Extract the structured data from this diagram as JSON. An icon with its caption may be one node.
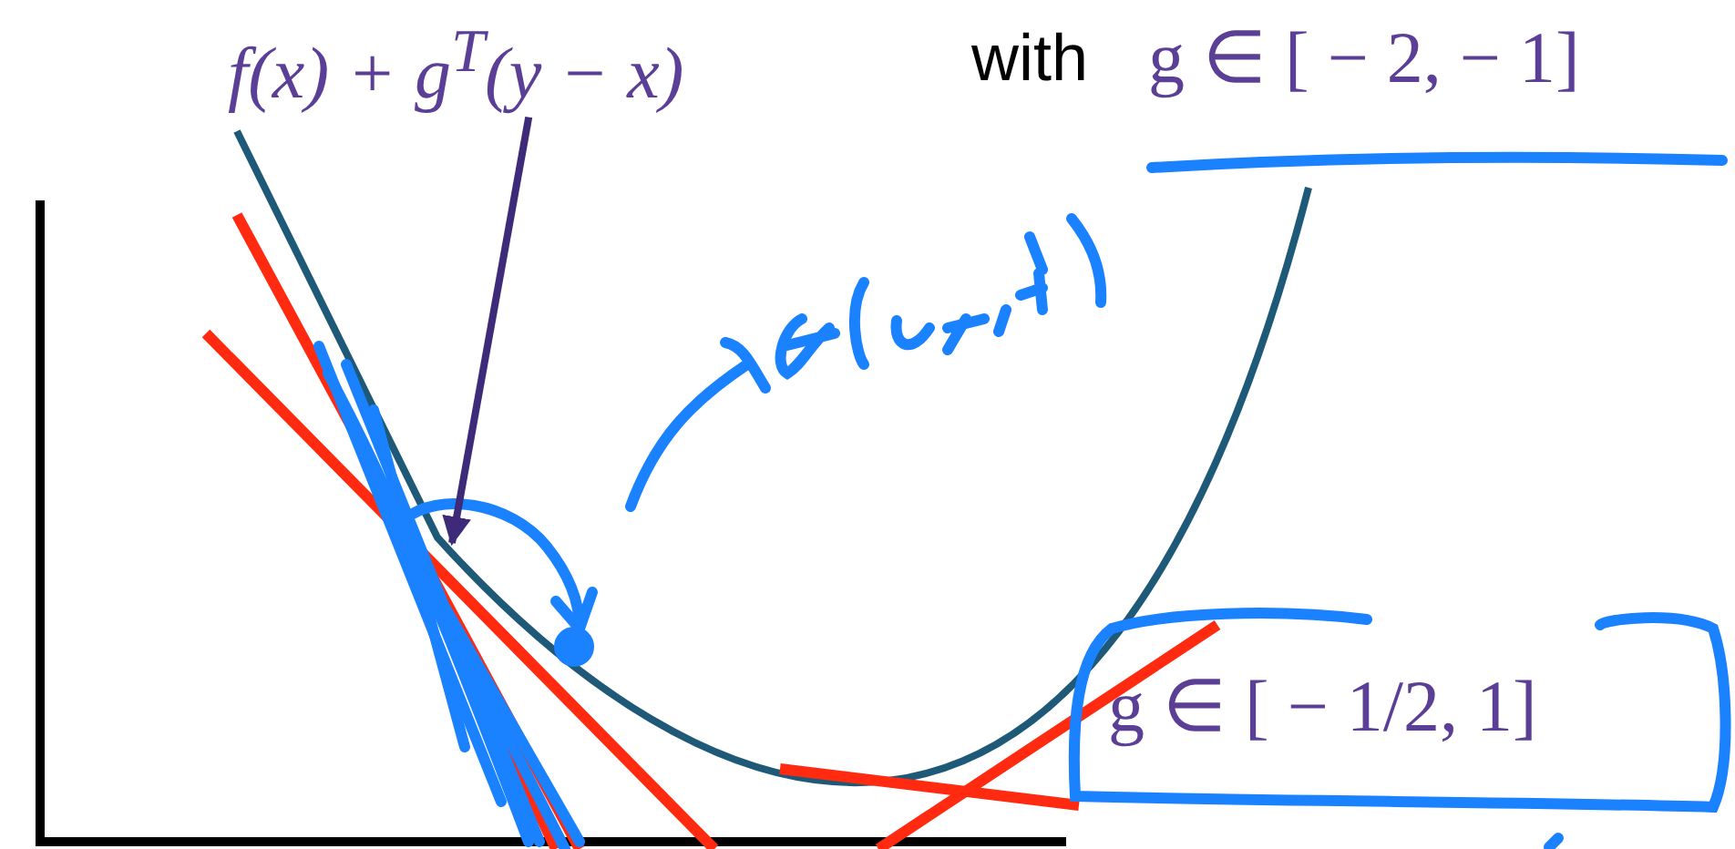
{
  "diagram": {
    "nodes": [
      {
        "text": [
          "f(x) + g$^{T}$(y − x)"
        ]
      },
      {
        "text": [],
        "shape": "curve"
      }
    ],
    "edges": [
      {
        "from": 0,
        "to": 1,
        "arrow": "to"
      }
    ],
    "labels": [
      "with",
      "g ∈ [ − 2, − 1]",
      "g ∈ [ − 1/2,  1]"
    ]
  }
}
